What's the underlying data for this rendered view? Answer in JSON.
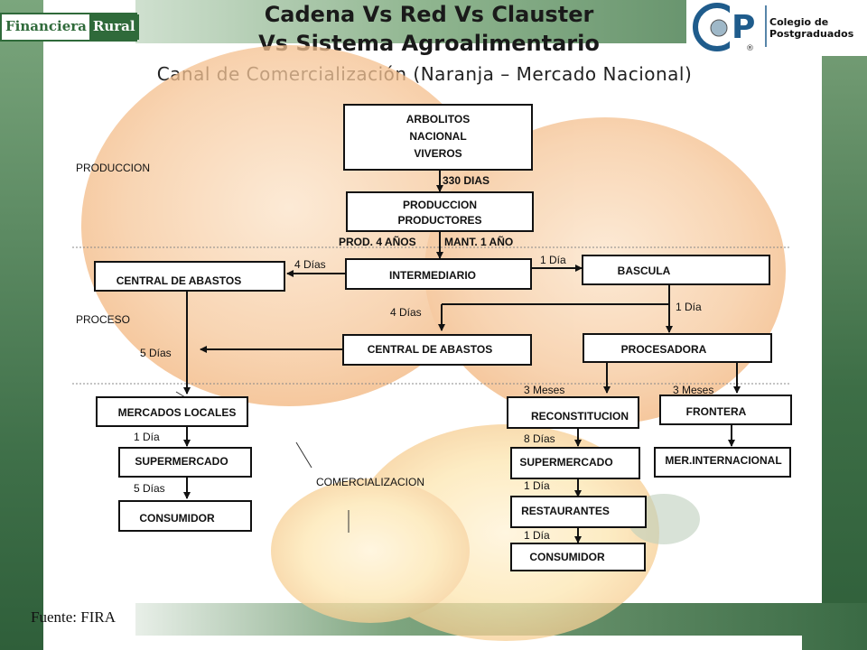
{
  "header": {
    "logo_left_a": "Financiera",
    "logo_left_b": "Rural",
    "title_line1": "Cadena Vs Red Vs Clauster",
    "title_line2": "Vs Sistema Agroalimentario",
    "logo_right_line1": "Colegio de",
    "logo_right_line2": "Postgraduados"
  },
  "subtitle": "Canal de Comercialización (Naranja – Mercado Nacional)",
  "diagram": {
    "sections": {
      "produccion": "PRODUCCION",
      "proceso": "PROCESO",
      "comercializacion": "COMERCIALIZACION"
    },
    "nodes": {
      "arbolitos": [
        "ARBOLITOS",
        "NACIONAL",
        "VIVEROS"
      ],
      "produccion": [
        "PRODUCCION",
        "PRODUCTORES"
      ],
      "central_abastos_left": "CENTRAL DE ABASTOS",
      "intermediario": "INTERMEDIARIO",
      "bascula": "BASCULA",
      "central_abastos_mid": "CENTRAL DE ABASTOS",
      "procesadora": "PROCESADORA",
      "mercados_locales": "MERCADOS LOCALES",
      "supermercado_left": "SUPERMERCADO",
      "consumidor_left": "CONSUMIDOR",
      "reconstitucion": "RECONSTITUCION",
      "frontera": "FRONTERA",
      "supermercado_right": "SUPERMERCADO",
      "mer_internacional": "MER.INTERNACIONAL",
      "restaurantes": "RESTAURANTES",
      "consumidor_right": "CONSUMIDOR"
    },
    "edge_labels": {
      "e_330": "330 DIAS",
      "e_prod4": "PROD. 4 AÑOS",
      "e_mant1": "MANT. 1 AÑO",
      "e_4dias_left": "4 Días",
      "e_1dia_bascula": "1 Día",
      "e_4dias_mid": "4 Días",
      "e_1dia_proc": "1 Día",
      "e_5dias": "5 Días",
      "e_3meses_a": "3 Meses",
      "e_3meses_b": "3 Meses",
      "e_1dia_sm": "1 Día",
      "e_8dias": "8 Días",
      "e_5dias_cons": "5 Días",
      "e_1dia_rest": "1 Día",
      "e_1dia_cons": "1 Día"
    }
  },
  "footer": {
    "fuente": "Fuente: FIRA"
  },
  "colors": {
    "brand_green": "#2f6a3a",
    "orange_light": "#f6c79a"
  }
}
